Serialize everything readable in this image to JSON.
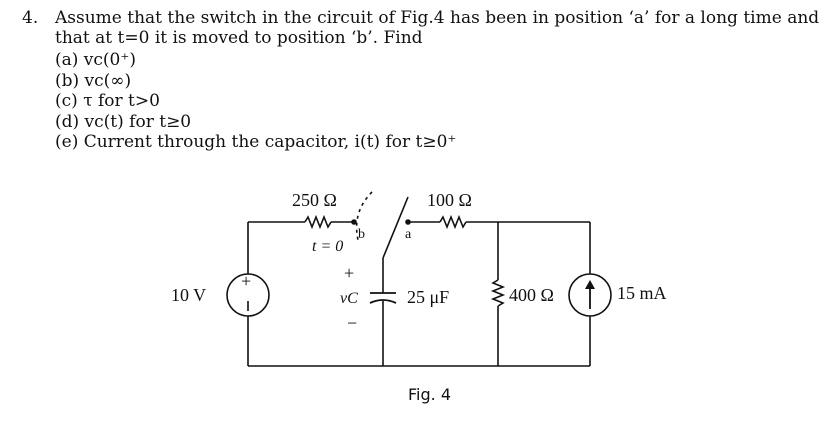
{
  "question": {
    "number": "4.",
    "line1": "Assume that the switch in the circuit of Fig.4 has been in position ‘a’ for a long time and",
    "line2": "that at t=0 it is moved to position ‘b’. Find",
    "parts": [
      "(a) vc(0⁺)",
      "(b) vc(∞)",
      "(c) τ for t>0",
      "(d) vc(t) for t≥0",
      "(e) Current through the capacitor, i(t) for t≥0⁺"
    ]
  },
  "circuit": {
    "source_voltage": "10 V",
    "r1": "250 Ω",
    "r2": "100 Ω",
    "switch_b": "b",
    "switch_a": "a",
    "switch_time": "t = 0",
    "cap_plus": "+",
    "cap_minus": "−",
    "cap_voltage": "vC",
    "capacitor": "25 μF",
    "r3": "400 Ω",
    "current_source": "15 mA",
    "figure_label": "Fig. 4"
  }
}
